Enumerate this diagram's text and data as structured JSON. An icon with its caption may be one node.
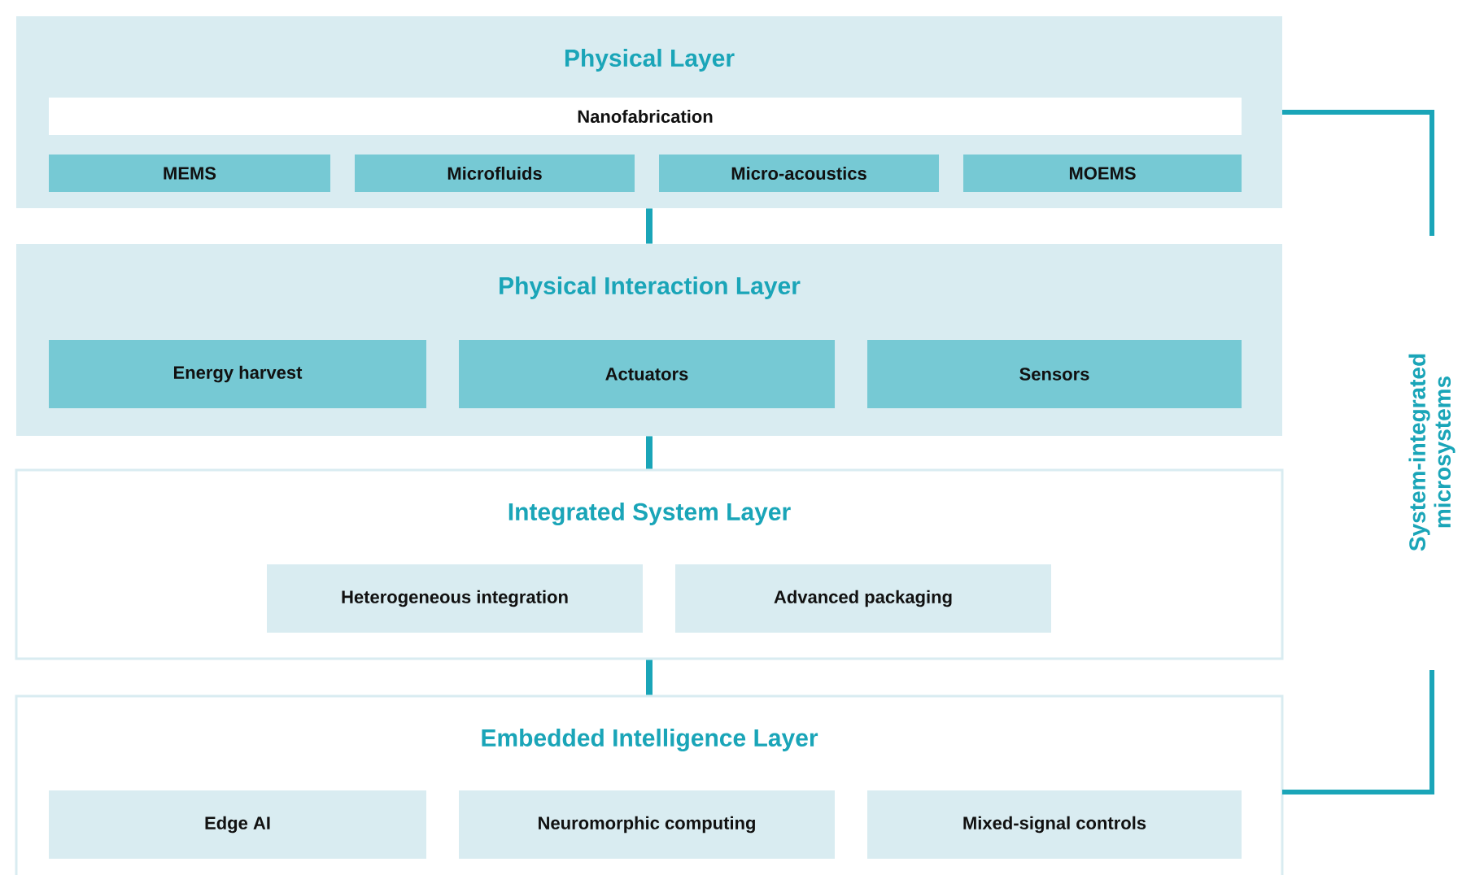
{
  "diagram": {
    "nodes": [
      {
        "text": [
          "Physical Layer"
        ]
      },
      {
        "text": [
          "Nanofabrication"
        ],
        "in": 0
      },
      {
        "text": [
          "MEMS"
        ],
        "in": 0
      },
      {
        "text": [
          "Microfluids"
        ],
        "in": 0
      },
      {
        "text": [
          "Micro-acoustics"
        ],
        "in": 0
      },
      {
        "text": [
          "MOEMS"
        ],
        "in": 0
      },
      {
        "text": [
          "Physical Interaction Layer"
        ]
      },
      {
        "text": [
          "Energy harvest"
        ],
        "in": 6
      },
      {
        "text": [
          "Actuators"
        ],
        "in": 6
      },
      {
        "text": [
          "Sensors"
        ],
        "in": 6
      },
      {
        "text": [
          "Integrated System Layer"
        ]
      },
      {
        "text": [
          "Heterogeneous integration"
        ],
        "in": 10
      },
      {
        "text": [
          "Advanced packaging"
        ],
        "in": 10
      },
      {
        "text": [
          "Embedded Intelligence Layer"
        ]
      },
      {
        "text": [
          "Edge AI"
        ],
        "in": 13
      },
      {
        "text": [
          "Neuromorphic computing"
        ],
        "in": 13
      },
      {
        "text": [
          "Mixed-signal controls"
        ],
        "in": 13
      }
    ],
    "edges": [
      {
        "from": 0,
        "to": 6,
        "arrow": "none"
      },
      {
        "from": 6,
        "to": 10,
        "arrow": "none"
      },
      {
        "from": 10,
        "to": 13,
        "arrow": "none"
      }
    ],
    "labels": [
      "System-integrated microsystems"
    ]
  }
}
